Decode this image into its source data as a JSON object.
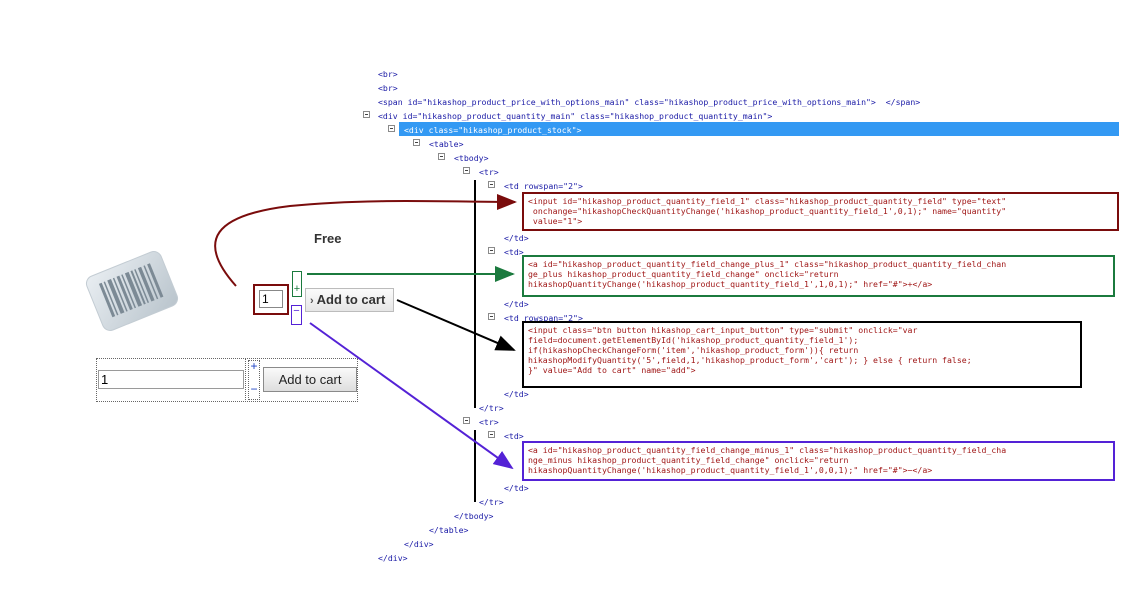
{
  "product": {
    "price_label": "Free",
    "quantity_value": "1",
    "add_to_cart_label": "Add to cart",
    "plus_glyph": "+",
    "minus_glyph": "−",
    "form_quantity_value": "1",
    "form_add_to_cart_label": "Add to cart",
    "form_plus": "+",
    "form_minus": "−"
  },
  "code_tree": {
    "lines": [
      {
        "text": "<br>"
      },
      {
        "text": "<br>"
      },
      {
        "text": "<span id=\"hikashop_product_price_with_options_main\" class=\"hikashop_product_price_with_options_main\">  </span>"
      },
      {
        "text": "<div id=\"hikashop_product_quantity_main\" class=\"hikashop_product_quantity_main\">"
      },
      {
        "text": "<div class=\"hikashop_product_stock\">"
      },
      {
        "text": "<table>"
      },
      {
        "text": "<tbody>"
      },
      {
        "text": "<tr>"
      },
      {
        "text": "<td rowspan=\"2\">"
      },
      {
        "text": "</td>"
      },
      {
        "text": "<td>"
      },
      {
        "text": "</td>"
      },
      {
        "text": "<td rowspan=\"2\">"
      },
      {
        "text": "</td>"
      },
      {
        "text": "</tr>"
      },
      {
        "text": "<tr>"
      },
      {
        "text": "<td>"
      },
      {
        "text": "</td>"
      },
      {
        "text": "</tr>"
      },
      {
        "text": "</tbody>"
      },
      {
        "text": "</table>"
      },
      {
        "text": "</div>"
      },
      {
        "text": "</div>"
      }
    ],
    "box_quantity_field": [
      "<input id=\"hikashop_product_quantity_field_1\" class=\"hikashop_product_quantity_field\" type=\"text\"",
      " onchange=\"hikashopCheckQuantityChange('hikashop_product_quantity_field_1',0,1);\" name=\"quantity\"",
      " value=\"1\">"
    ],
    "box_plus": [
      "<a id=\"hikashop_product_quantity_field_change_plus_1\" class=\"hikashop_product_quantity_field_chan",
      "ge_plus hikashop_product_quantity_field_change\" onclick=\"return",
      "hikashopQuantityChange('hikashop_product_quantity_field_1',1,0,1);\" href=\"#\">+</a>"
    ],
    "box_cart": [
      "<input class=\"btn button hikashop_cart_input_button\" type=\"submit\" onclick=\"var",
      "field=document.getElementById('hikashop_product_quantity_field_1');",
      "if(hikashopCheckChangeForm('item','hikashop_product_form')){ return",
      "hikashopModifyQuantity('5',field,1,'hikashop_product_form','cart'); } else { return false;",
      "}\" value=\"Add to cart\" name=\"add\">"
    ],
    "box_minus": [
      "<a id=\"hikashop_product_quantity_field_change_minus_1\" class=\"hikashop_product_quantity_field_cha",
      "nge_minus hikashop_product_quantity_field_change\" onclick=\"return",
      "hikashopQuantityChange('hikashop_product_quantity_field_1',0,0,1);\" href=\"#\">−</a>"
    ]
  },
  "colors": {
    "quantity_field": "#7a0c0c",
    "plus_link": "#1b7a3e",
    "add_to_cart": "#000000",
    "minus_link": "#5422d6",
    "selection_highlight": "#3399f3"
  },
  "icons": {
    "product_image": "barcode-icon"
  }
}
